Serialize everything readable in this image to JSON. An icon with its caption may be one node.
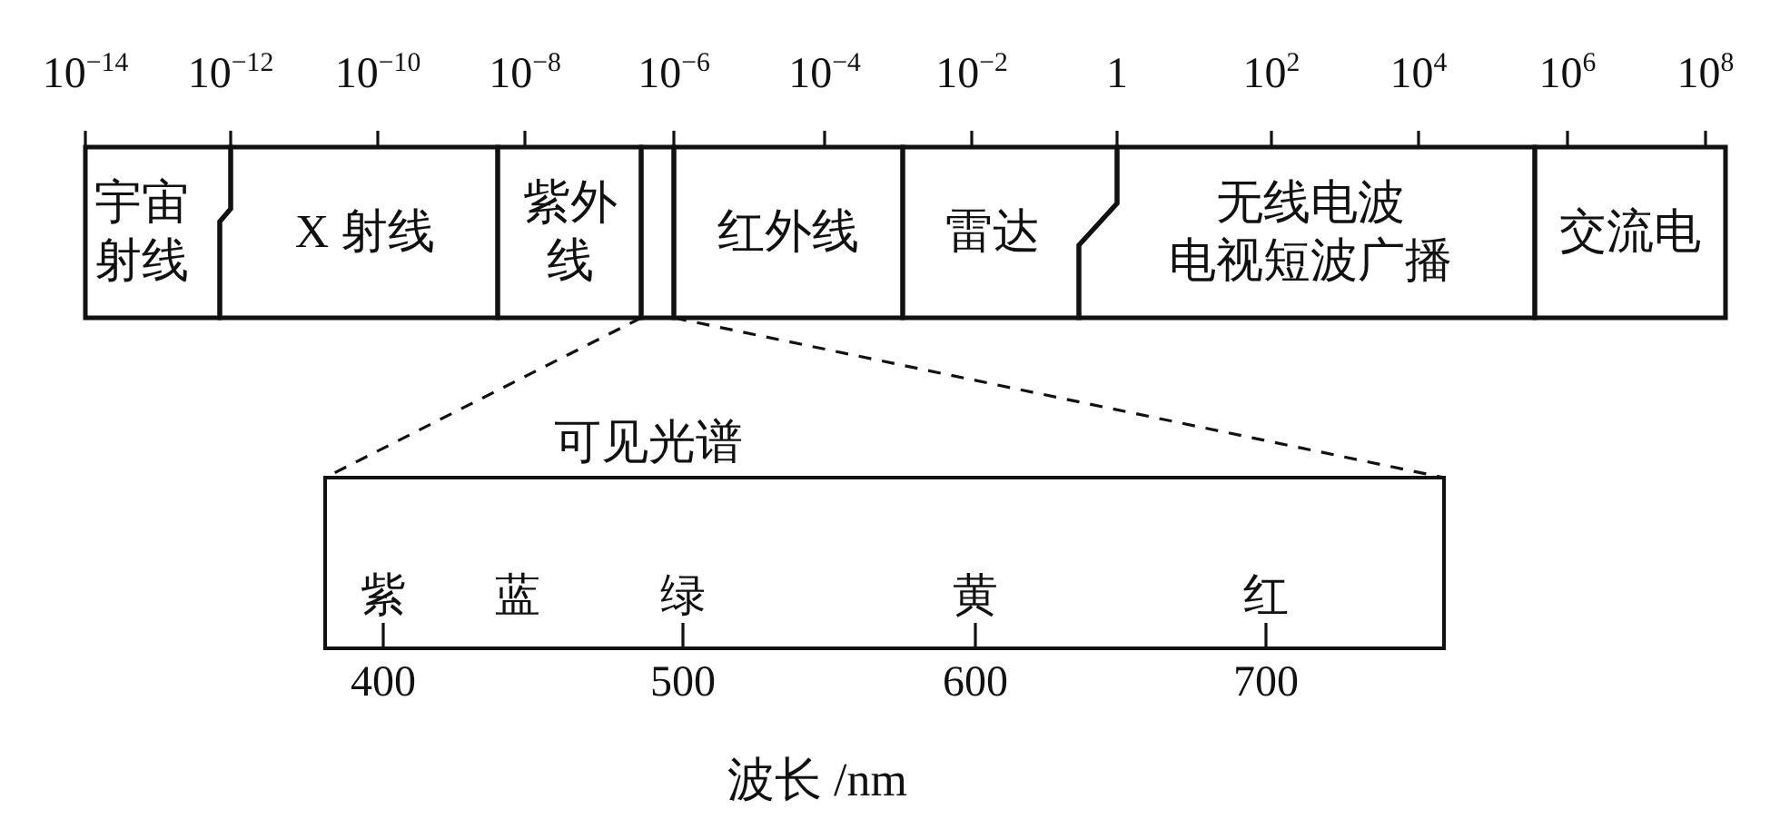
{
  "diagram": {
    "nodes": [
      {
        "text": [
          "宇宙射线"
        ]
      },
      {
        "text": [
          "X 射线"
        ]
      },
      {
        "text": [
          "紫外线"
        ]
      },
      {
        "text": [],
        "shape": "box"
      },
      {
        "text": [
          "红外线"
        ]
      },
      {
        "text": [
          "雷达"
        ]
      },
      {
        "text": [
          "无线电波",
          "电视短波广播"
        ]
      },
      {
        "text": [
          "交流电"
        ]
      },
      {
        "text": [
          "可见光谱"
        ]
      }
    ],
    "edges": [
      {
        "from": 3,
        "to": 8,
        "arrow": "none",
        "style": "dashed"
      },
      {
        "from": 3,
        "to": 8,
        "arrow": "none",
        "style": "dashed"
      }
    ],
    "labels": [
      "10$^{−14}$",
      "10$^{−12}$",
      "10$^{−10}$",
      "10$^{−8}$",
      "10$^{−6}$",
      "10$^{−4}$",
      "10$^{−2}$",
      "1",
      "10$^{2}$",
      "10$^{4}$",
      "10$^{6}$",
      "10$^{8}$",
      "紫",
      "蓝",
      "绿",
      "黄",
      "红",
      "400",
      "500",
      "600",
      "700",
      "波长 /nm"
    ]
  }
}
